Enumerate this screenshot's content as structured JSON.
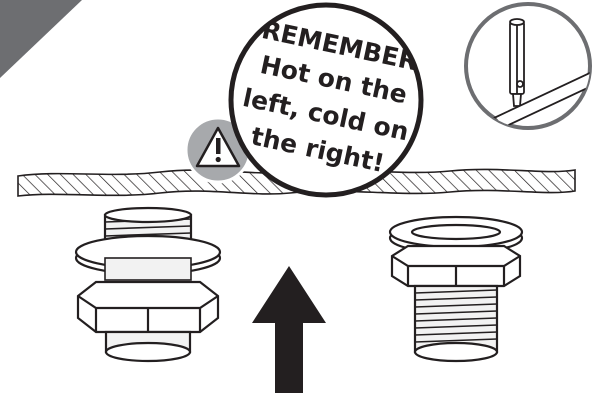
{
  "callout": {
    "lines": [
      "REMEMBER",
      "Hot on the",
      "left, cold on",
      "the right!"
    ]
  },
  "icons": {
    "warning": "warning-icon",
    "tool_inset": "tool-detail-inset",
    "arrow": "up-arrow-icon"
  },
  "colors": {
    "ink": "#231f20",
    "corner_tab": "#6d6e71",
    "warning_badge": "#a7a9ac",
    "thread_fill": "#f2f2f2"
  }
}
